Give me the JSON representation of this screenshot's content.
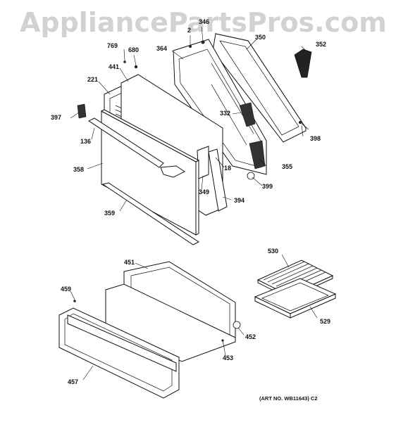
{
  "watermark": "AppliancePartsPros.com",
  "art_number": "(ART NO. WB11643) C2",
  "callouts": [
    {
      "id": "c-346",
      "text": "346"
    },
    {
      "id": "c-2",
      "text": "2"
    },
    {
      "id": "c-350",
      "text": "350"
    },
    {
      "id": "c-352",
      "text": "352"
    },
    {
      "id": "c-769",
      "text": "769"
    },
    {
      "id": "c-680",
      "text": "680"
    },
    {
      "id": "c-364",
      "text": "364"
    },
    {
      "id": "c-441",
      "text": "441"
    },
    {
      "id": "c-221",
      "text": "221"
    },
    {
      "id": "c-397",
      "text": "397"
    },
    {
      "id": "c-332",
      "text": "332"
    },
    {
      "id": "c-398",
      "text": "398"
    },
    {
      "id": "c-136",
      "text": "136"
    },
    {
      "id": "c-18",
      "text": "18"
    },
    {
      "id": "c-355",
      "text": "355"
    },
    {
      "id": "c-358",
      "text": "358"
    },
    {
      "id": "c-349",
      "text": "349"
    },
    {
      "id": "c-399",
      "text": "399"
    },
    {
      "id": "c-394",
      "text": "394"
    },
    {
      "id": "c-359",
      "text": "359"
    },
    {
      "id": "c-530",
      "text": "530"
    },
    {
      "id": "c-451",
      "text": "451"
    },
    {
      "id": "c-459",
      "text": "459"
    },
    {
      "id": "c-452",
      "text": "452"
    },
    {
      "id": "c-529",
      "text": "529"
    },
    {
      "id": "c-453",
      "text": "453"
    },
    {
      "id": "c-457",
      "text": "457"
    }
  ]
}
